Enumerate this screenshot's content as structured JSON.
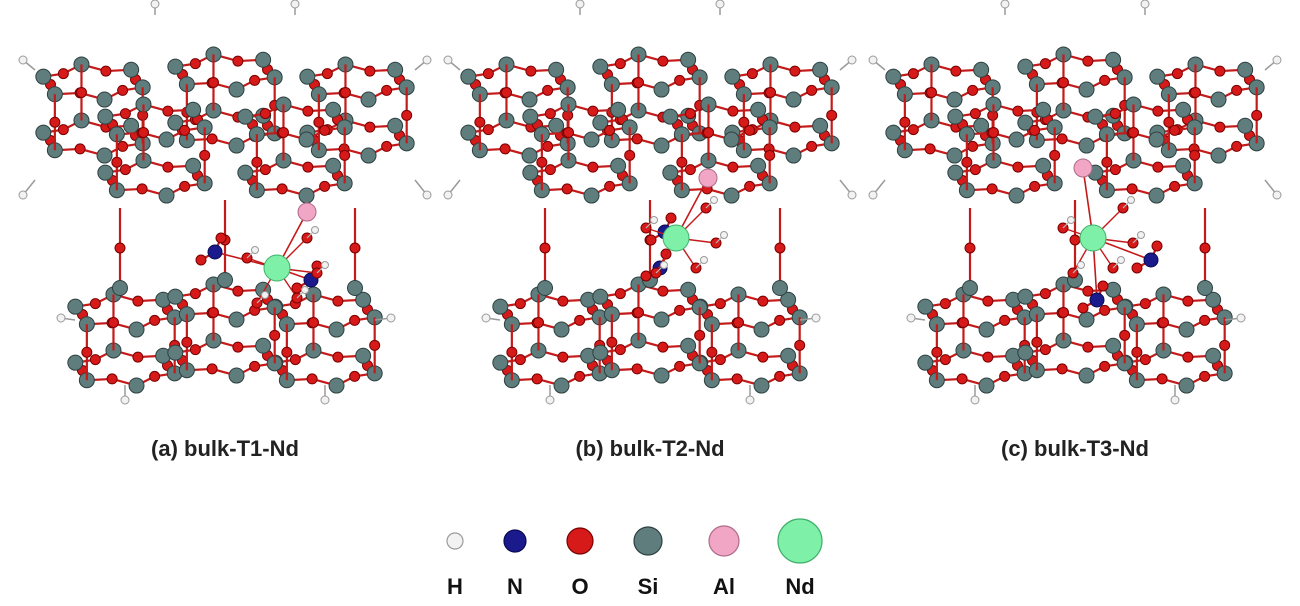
{
  "panels": [
    {
      "caption": "(a) bulk-T1-Nd",
      "variant": "T1"
    },
    {
      "caption": "(b) bulk-T2-Nd",
      "variant": "T2"
    },
    {
      "caption": "(c) bulk-T3-Nd",
      "variant": "T3"
    }
  ],
  "legend": [
    {
      "label": "H",
      "color": "#f2f2f2",
      "edge": "#9a9a9a"
    },
    {
      "label": "N",
      "color": "#1a1a8c",
      "edge": "#0a0a50"
    },
    {
      "label": "O",
      "color": "#d61a1a",
      "edge": "#7a0000"
    },
    {
      "label": "Si",
      "color": "#5f7d7d",
      "edge": "#2e4040"
    },
    {
      "label": "Al",
      "color": "#f0a6c4",
      "edge": "#b06a88"
    },
    {
      "label": "Nd",
      "color": "#7ff0a8",
      "edge": "#3fb06a"
    }
  ]
}
